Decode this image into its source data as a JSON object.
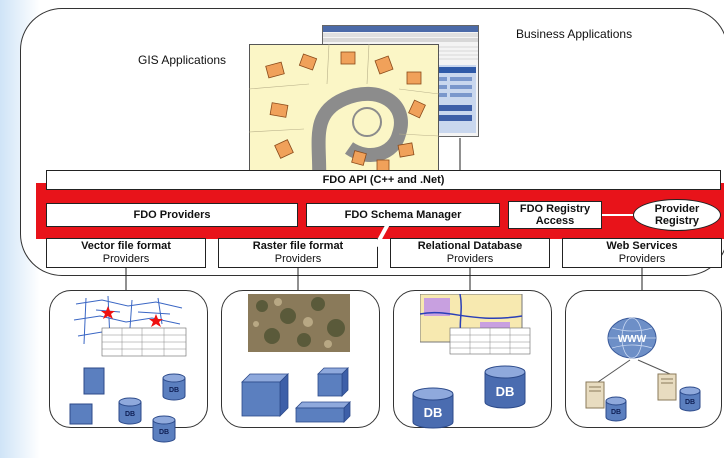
{
  "labels": {
    "gis_applications": "GIS Applications",
    "business_applications": "Business Applications"
  },
  "api": {
    "label": "FDO API (C++ and .Net)"
  },
  "fdo_core": {
    "providers": "FDO Providers",
    "schema_manager": "FDO Schema Manager",
    "registry_access_line1": "FDO Registry",
    "registry_access_line2": "Access",
    "provider_registry_line1": "Provider",
    "provider_registry_line2": "Registry"
  },
  "provider_types": [
    {
      "title": "Vector file format",
      "subtitle": "Providers"
    },
    {
      "title": "Raster file format",
      "subtitle": "Providers"
    },
    {
      "title": "Relational Database",
      "subtitle": "Providers"
    },
    {
      "title": "Web Services",
      "subtitle": "Providers"
    }
  ],
  "icons": {
    "db_label": "DB",
    "www_label": "WWW"
  },
  "colors": {
    "band_red": "#e8131a",
    "cylinder_blue": "#5b7fbf",
    "globe_blue": "#6d8fc7"
  }
}
